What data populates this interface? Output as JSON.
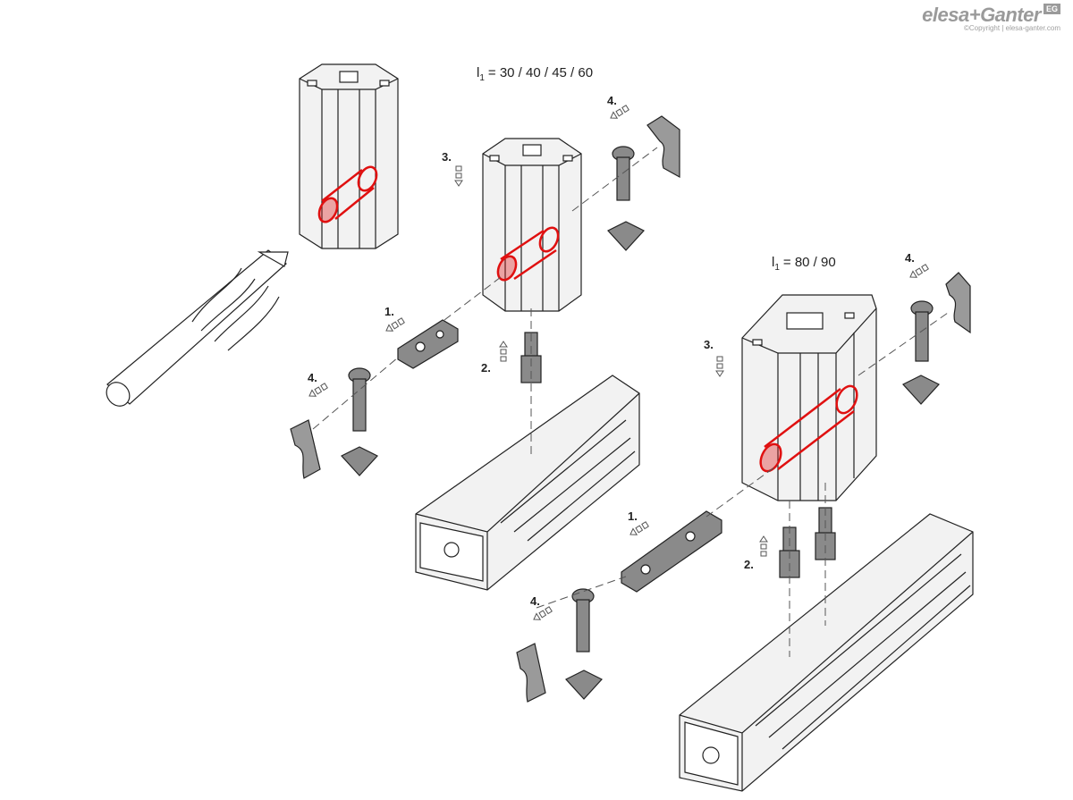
{
  "brand": {
    "name": "elesa+Ganter",
    "badge": "EG",
    "copyright": "©Copyright | elesa-ganter.com"
  },
  "dimensions": {
    "small": {
      "prefix": "l",
      "sub": "1",
      "values": "= 30 / 40 / 45 / 60"
    },
    "large": {
      "prefix": "l",
      "sub": "1",
      "values": "= 80 / 90"
    }
  },
  "steps": {
    "s1": "1.",
    "s2": "2.",
    "s3": "3.",
    "s4": "4."
  },
  "colors": {
    "outline": "#222222",
    "profile_fill": "#f2f2f2",
    "hardware_fill": "#8a8a8a",
    "highlight": "#e01010",
    "arrow": "#555555"
  }
}
